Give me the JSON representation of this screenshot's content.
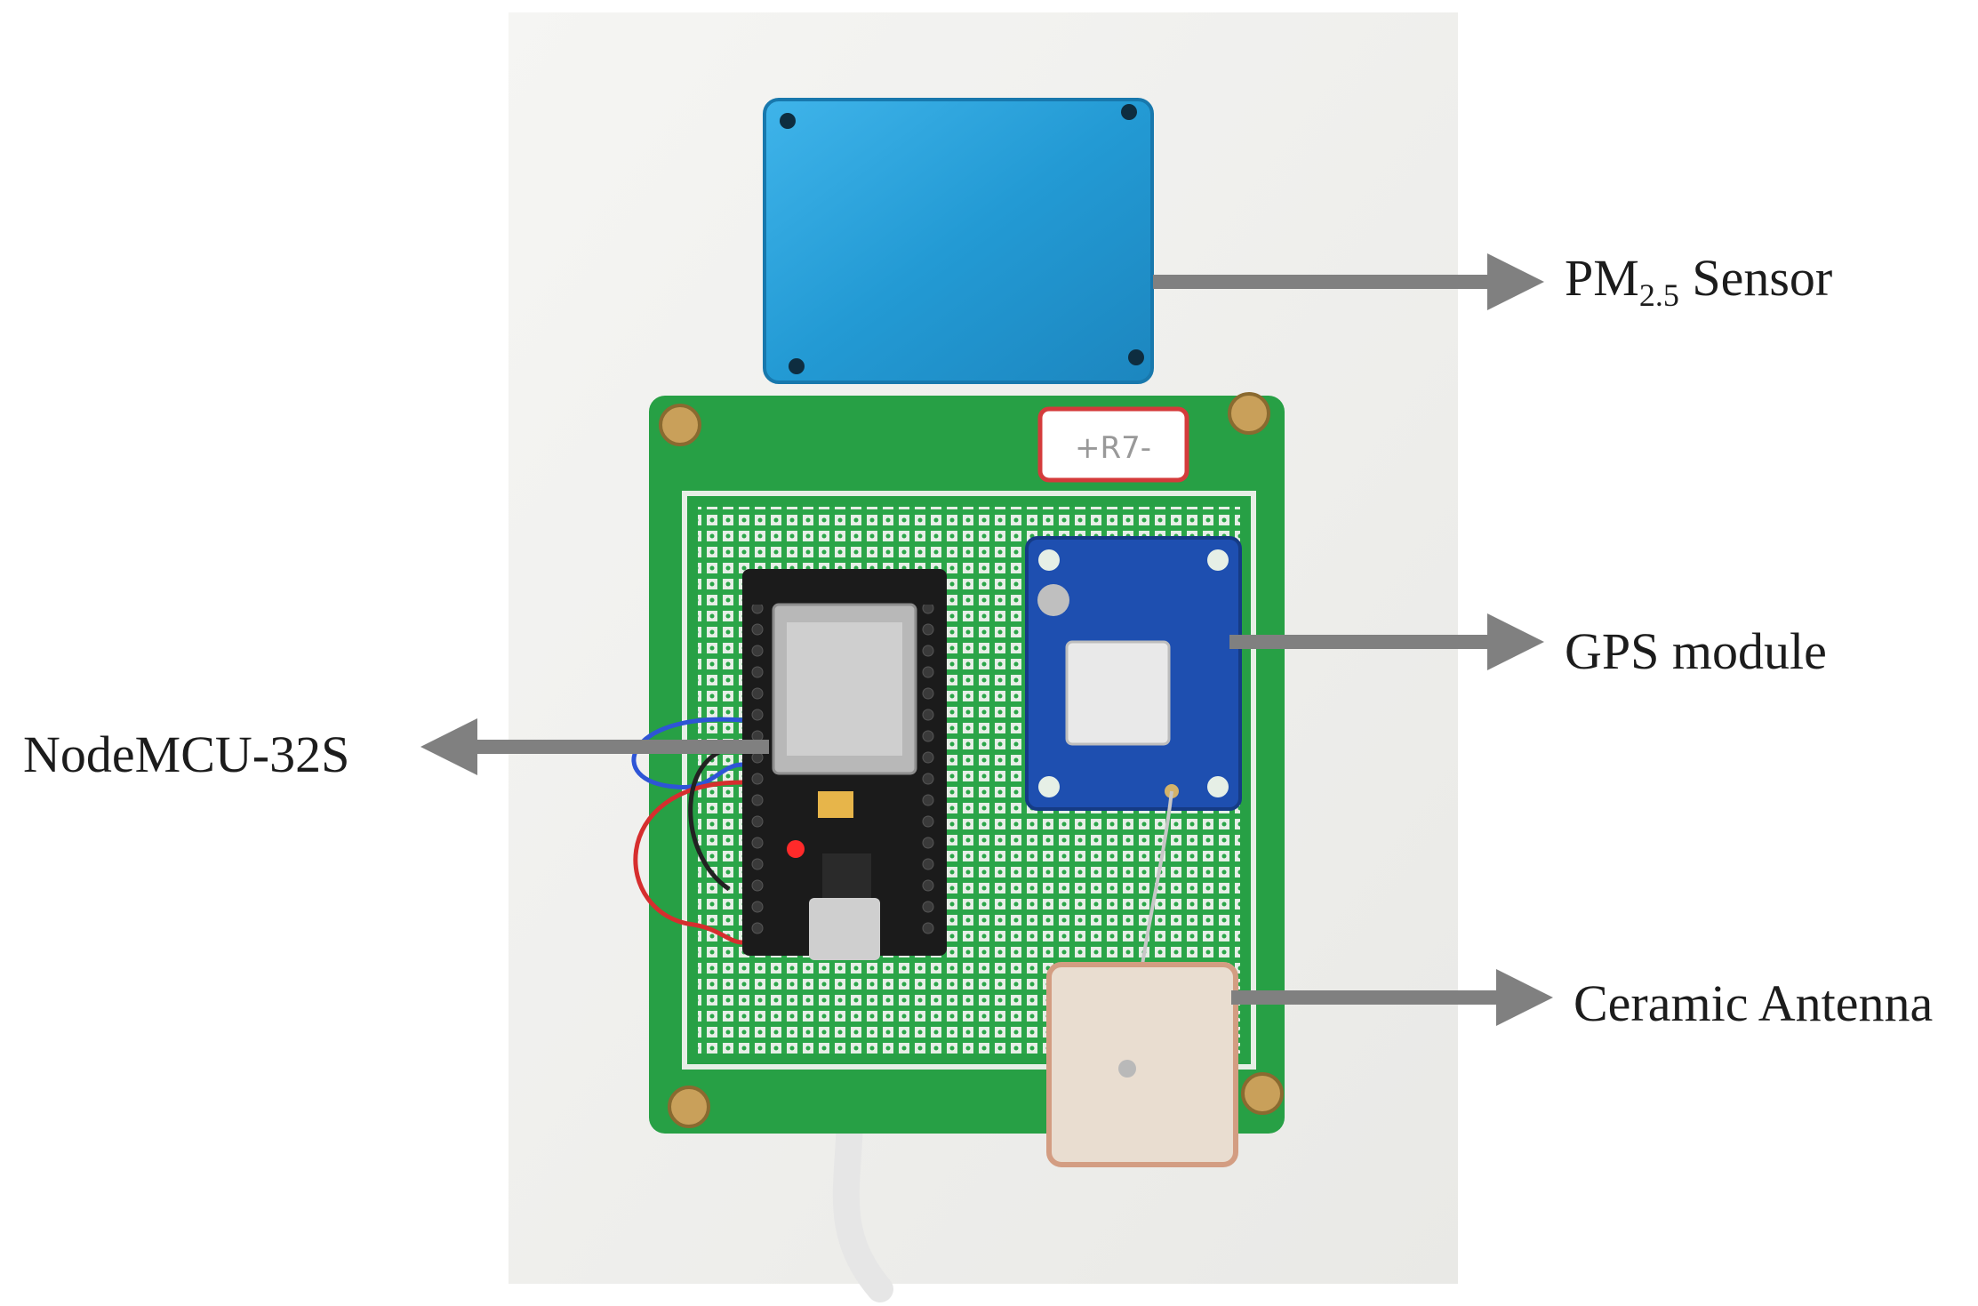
{
  "labels": {
    "pm_prefix": "PM",
    "pm_subscript": "2.5",
    "pm_suffix": " Sensor",
    "gps": "GPS module",
    "antenna": "Ceramic Antenna",
    "nodemcu": "NodeMCU-32S"
  },
  "board_sticker": "+R7-",
  "colors": {
    "background": "#ffffff",
    "photo_backdrop": "#f2f2f0",
    "sensor_blue": "#2aa0d8",
    "pcb_green": "#27a045",
    "gps_board_blue": "#1e4fb0",
    "mcu_board_black": "#1b1b1b",
    "antenna_tan": "#e9ddd0",
    "arrow_gray": "#808080",
    "cable_white": "#f5f5f5"
  }
}
